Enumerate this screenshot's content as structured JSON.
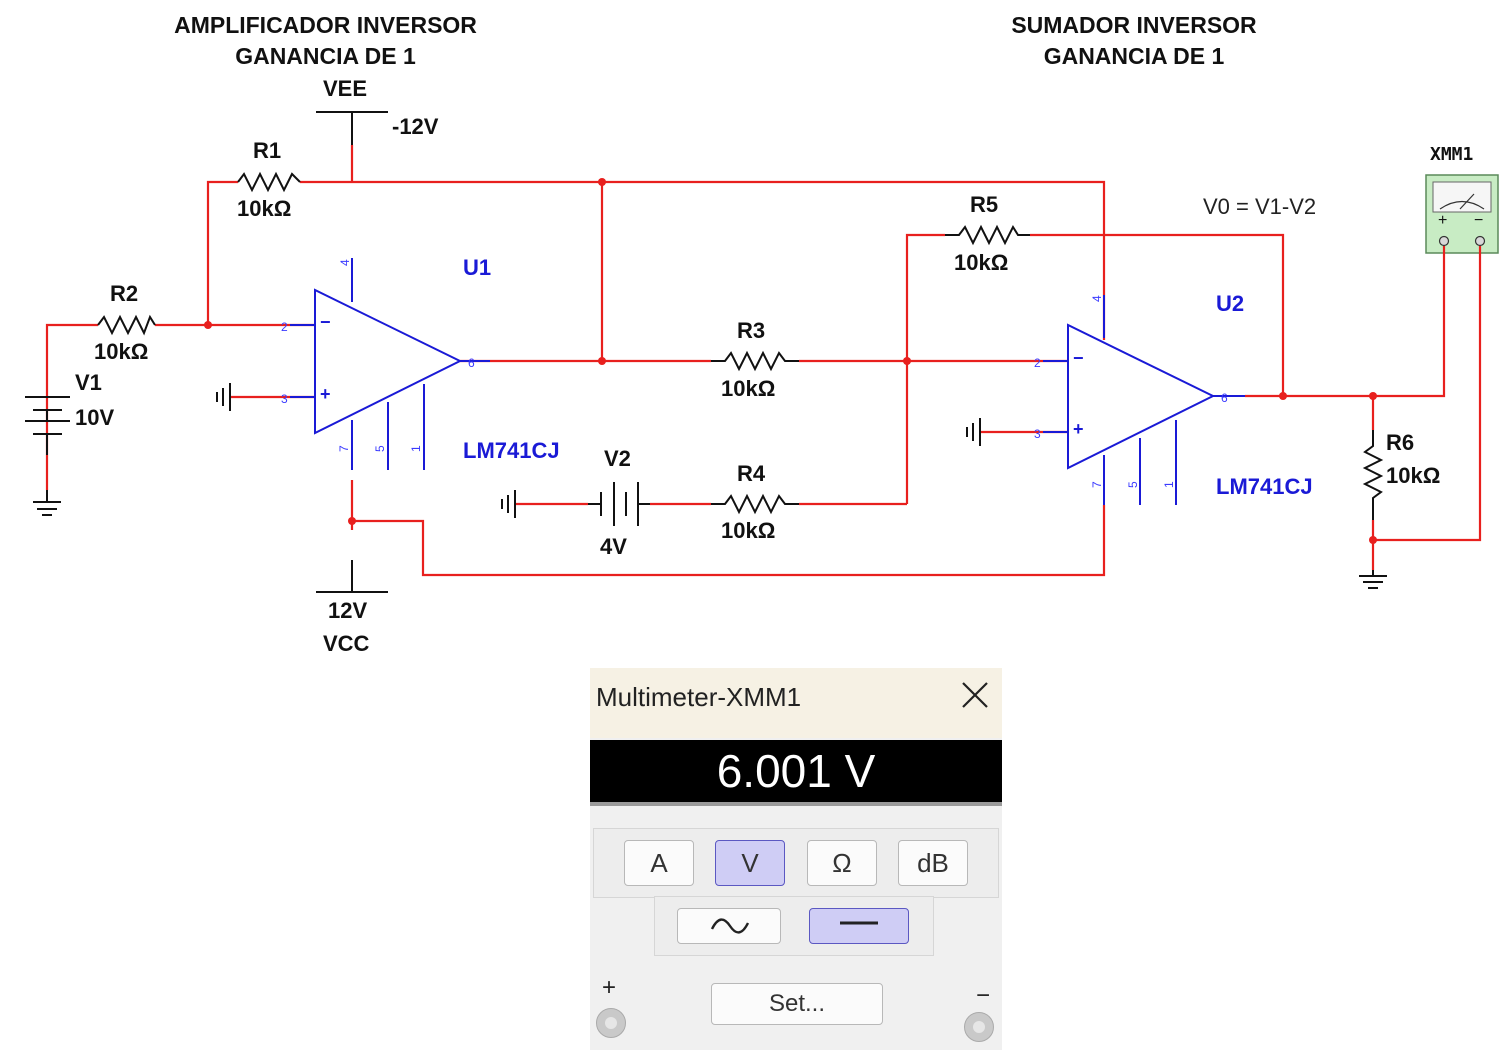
{
  "schematic": {
    "title_left": [
      "AMPLIFICADOR INVERSOR",
      "GANANCIA DE 1"
    ],
    "title_right": [
      "SUMADOR INVERSOR",
      "GANANCIA DE 1"
    ],
    "vee": {
      "name": "VEE",
      "value": "-12V"
    },
    "vcc": {
      "name": "VCC",
      "value": "12V"
    },
    "r1": {
      "name": "R1",
      "value": "10kΩ"
    },
    "r2": {
      "name": "R2",
      "value": "10kΩ"
    },
    "r3": {
      "name": "R3",
      "value": "10kΩ"
    },
    "r4": {
      "name": "R4",
      "value": "10kΩ"
    },
    "r5": {
      "name": "R5",
      "value": "10kΩ"
    },
    "r6": {
      "name": "R6",
      "value": "10kΩ"
    },
    "v1": {
      "name": "V1",
      "value": "10V"
    },
    "v2": {
      "name": "V2",
      "value": "4V"
    },
    "u1": {
      "name": "U1",
      "part": "LM741CJ"
    },
    "u2": {
      "name": "U2",
      "part": "LM741CJ"
    },
    "formula": "V0 = V1-V2",
    "xmm": {
      "name": "XMM1",
      "plus": "+",
      "minus": "−"
    },
    "pins": {
      "p4": "4",
      "p2": "2",
      "p3": "3",
      "p6": "6",
      "p7": "7",
      "p5": "5",
      "p1": "1",
      "minus": "−",
      "plus": "+"
    },
    "wire_color": "#e8201e",
    "opamp_color": "#1a1ad6"
  },
  "multimeter": {
    "title": "Multimeter-XMM1",
    "reading": "6.001 V",
    "mode_buttons": [
      {
        "label": "A",
        "selected": false
      },
      {
        "label": "V",
        "selected": true
      },
      {
        "label": "Ω",
        "selected": false
      },
      {
        "label": "dB",
        "selected": false
      }
    ],
    "signal_buttons": [
      {
        "name": "ac",
        "icon": "sine-wave-icon",
        "selected": false
      },
      {
        "name": "dc",
        "icon": "dc-line-icon",
        "selected": true
      }
    ],
    "set_label": "Set...",
    "plus_label": "+",
    "minus_label": "−",
    "selected_color": "#cfcdf5"
  }
}
